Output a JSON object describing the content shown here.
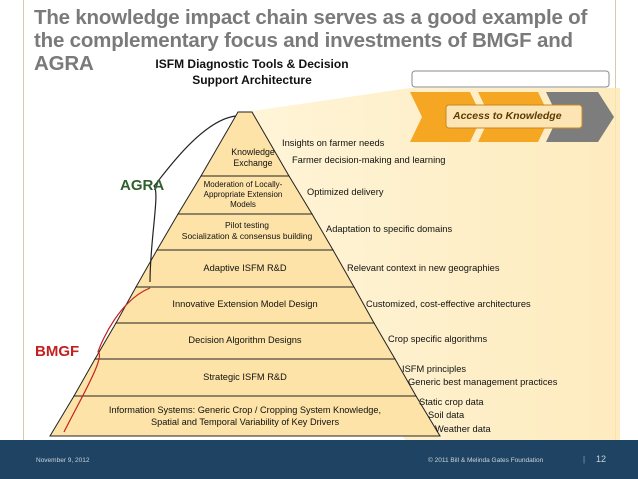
{
  "slide": {
    "title": "The knowledge impact chain serves as a good example of the complementary focus and investments of BMGF and AGRA",
    "subtitle": "ISFM Diagnostic Tools & Decision Support Architecture",
    "access_label": "Access to Knowledge",
    "agra_label": "AGRA",
    "bmgf_label": "BMGF"
  },
  "pyramid": {
    "levels": [
      {
        "line1": "Knowledge",
        "line2": "Exchange"
      },
      {
        "line1": "Moderation of Locally-",
        "line2": "Appropriate Extension",
        "line3": "Models"
      },
      {
        "line1": "Pilot testing",
        "line2": "Socialization & consensus building"
      },
      {
        "line1": "Adaptive ISFM R&D"
      },
      {
        "line1": "Innovative Extension Model Design"
      },
      {
        "line1": "Decision Algorithm Designs"
      },
      {
        "line1": "Strategic ISFM R&D"
      },
      {
        "line1": "Information Systems: Generic Crop / Cropping System Knowledge,",
        "line2": "Spatial and Temporal Variability of Key Drivers"
      }
    ]
  },
  "outcomes": {
    "k1": "Insights on farmer needs",
    "k2": "Farmer decision-making and learning",
    "m1": "Optimized delivery",
    "p1": "Adaptation to specific domains",
    "a1": "Relevant context in new geographies",
    "i1": "Customized, cost-effective architectures",
    "d1": "Crop specific algorithms",
    "s1": "ISFM principles",
    "s2": "Generic best management practices",
    "w1": "Static crop data",
    "w2": "Soil data",
    "w3": "Weather data"
  },
  "footer": {
    "date": "November 9, 2012",
    "copyright": "© 2011 Bill & Melinda Gates Foundation",
    "separator": "|",
    "page": "12"
  },
  "colors": {
    "title": "#7a7a7a",
    "pyramid_fill": "#fde3a7",
    "pyramid_stroke": "#222222",
    "chevron": "#f5a623",
    "chevron_last": "#777777",
    "agra": "#2f5f2f",
    "bmgf": "#c42020",
    "footer": "#1f4463"
  }
}
